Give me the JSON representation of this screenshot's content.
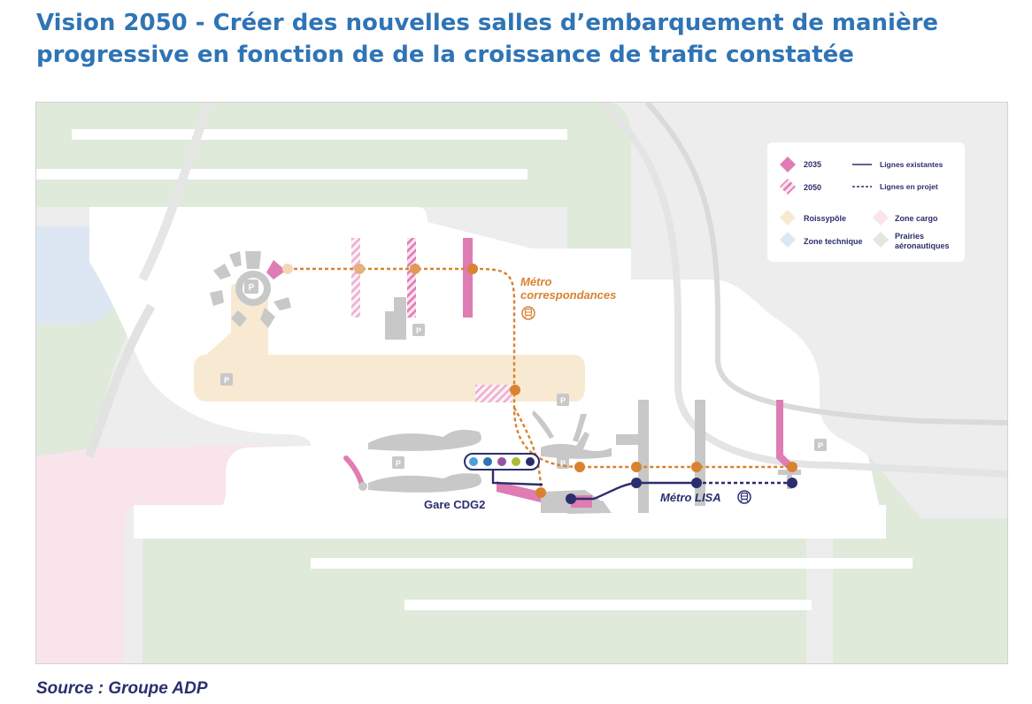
{
  "header": {
    "title_line1": "Vision 2050 - Créer des nouvelles salles d’embarquement de manière",
    "title_line2": "progressive en fonction de de la croissance de trafic constatée"
  },
  "map": {
    "labels": {
      "metro_correspondances_1": "Métro",
      "metro_correspondances_2": "correspondances",
      "gare_cdg2": "Gare CDG2",
      "metro_lisa": "Métro LISA",
      "parking": "P"
    },
    "legend": {
      "y2035": "2035",
      "y2050": "2050",
      "lignes_existantes": "Lignes existantes",
      "lignes_en_projet": "Lignes en projet",
      "roissypole": "Roissypôle",
      "zone_cargo": "Zone cargo",
      "zone_technique": "Zone technique",
      "prairies_1": "Prairies",
      "prairies_2": "aéronautiques"
    },
    "colors": {
      "background": "#ededed",
      "grass": "#dfeadb",
      "roissypole": "#f8ead2",
      "cargo": "#f9e4ec",
      "technique": "#dde7f4",
      "runway": "#ffffff",
      "building": "#c8c8c8",
      "pink_2035": "#df7cb3",
      "orange_line": "#d98231",
      "navy_line": "#2b2e6e"
    },
    "station_dot_colors": [
      "#4a9fdb",
      "#2f74b5",
      "#9553a5",
      "#a8bd35",
      "#2b2e6e"
    ]
  },
  "footer": {
    "source": "Source : Groupe ADP"
  }
}
